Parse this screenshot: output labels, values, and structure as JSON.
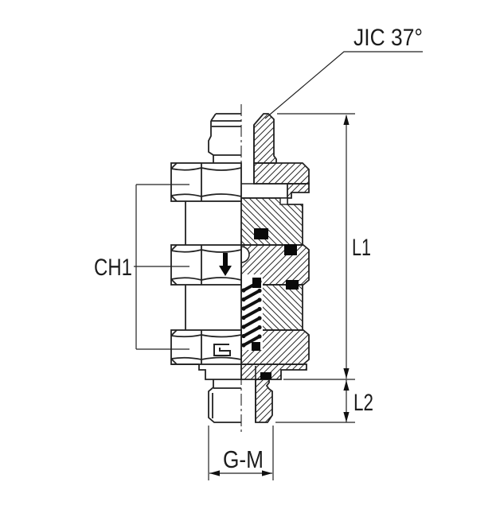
{
  "drawing": {
    "annotations": {
      "thread_type_label": "JIC 37°",
      "overall_length_label": "L1",
      "stud_length_label": "L2",
      "hex_wrench_label": "CH1",
      "port_thread_label": "G-M"
    },
    "icons": {
      "flow_direction": "down-arrow",
      "spring": "coil-spring",
      "seals": "black-o-ring-sections",
      "manufacturer_mark": "hook-clip-glyph"
    },
    "colors": {
      "line": "#222222",
      "background": "#ffffff",
      "seal_fill": "#0a0a0a"
    }
  }
}
